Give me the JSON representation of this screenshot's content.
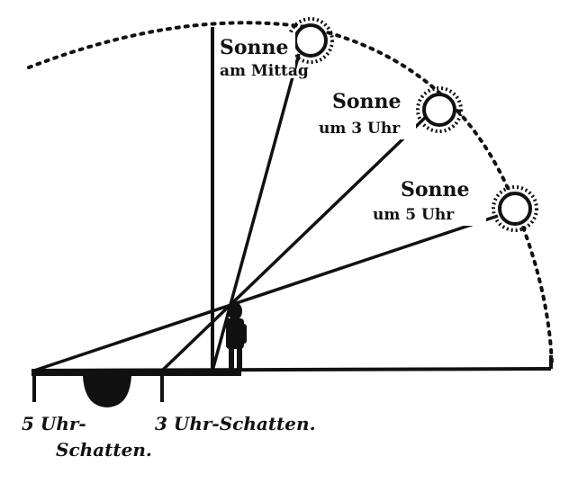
{
  "labels": {
    "sun_noon": [
      "Sonne",
      "am Mittag"
    ],
    "sun_3": [
      "Sonne",
      "um 3 Uhr"
    ],
    "sun_5": [
      "Sonne",
      "um 5 Uhr"
    ],
    "shadow_5": [
      "5 Uhr-",
      "Schatten."
    ],
    "shadow_3": "3 Uhr-Schatten."
  },
  "colors": {
    "ink": "#111111",
    "paper": "#ffffff"
  }
}
